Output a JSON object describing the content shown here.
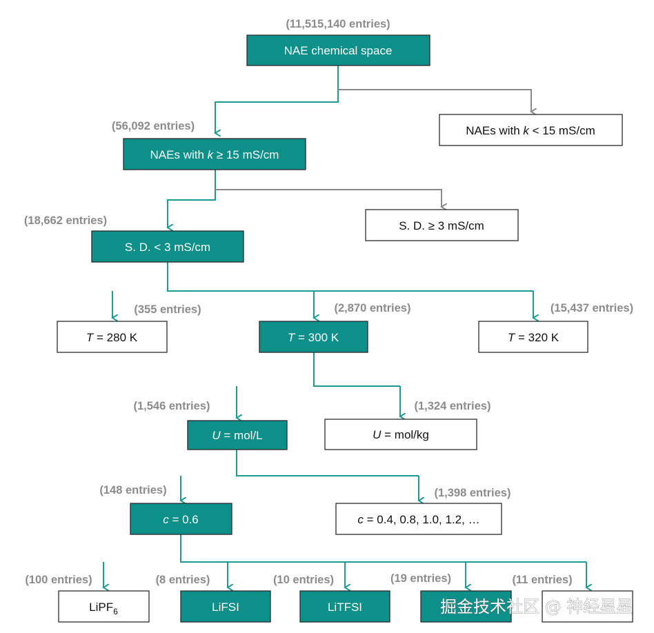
{
  "colors": {
    "accent": "#0d8f8a",
    "connector_teal": "#1a9b96",
    "connector_gray": "#8a8a8a",
    "count_text": "#8c8c8c"
  },
  "nodes": {
    "root": {
      "count": "(11,515,140 entries)",
      "text": "NAE chemical space"
    },
    "k_low": {
      "pre": "NAEs with ",
      "var": "k",
      "post": " < 15 mS/cm"
    },
    "k_high": {
      "count": "(56,092 entries)",
      "pre": "NAEs with ",
      "var": "k",
      "post": " ≥ 15 mS/cm"
    },
    "sd_high": {
      "text": "S. D. ≥ 3 mS/cm"
    },
    "sd_low": {
      "count": "(18,662 entries)",
      "text": "S. D. < 3 mS/cm"
    },
    "t280": {
      "count": "(355 entries)",
      "var": "T",
      "post": " = 280 K"
    },
    "t300": {
      "count": "(2,870 entries)",
      "var": "T",
      "post": " = 300 K"
    },
    "t320": {
      "count": "(15,437 entries)",
      "var": "T",
      "post": " = 320 K"
    },
    "u_mol_l": {
      "count": "(1,546 entries)",
      "var": "U",
      "post": " = mol/L"
    },
    "u_mol_kg": {
      "count": "(1,324 entries)",
      "var": "U",
      "post": " = mol/kg"
    },
    "c06": {
      "count": "(148 entries)",
      "var": "c",
      "post": " = 0.6"
    },
    "c_other": {
      "count": "(1,398 entries)",
      "var": "c",
      "post": " = 0.4, 0.8, 1.0, 1.2, …"
    },
    "lipf6": {
      "count": "(100 entries)",
      "text": "LiPF",
      "sub": "6"
    },
    "lifsi": {
      "count": "(8 entries)",
      "text": "LiFSI"
    },
    "litfsi": {
      "count": "(10 entries)",
      "text": "LiTFSI"
    },
    "salt4": {
      "count": "(19 entries)"
    },
    "salt5": {
      "count": "(11 entries)"
    }
  },
  "watermark": "掘金技术社区 @ 神经星星"
}
